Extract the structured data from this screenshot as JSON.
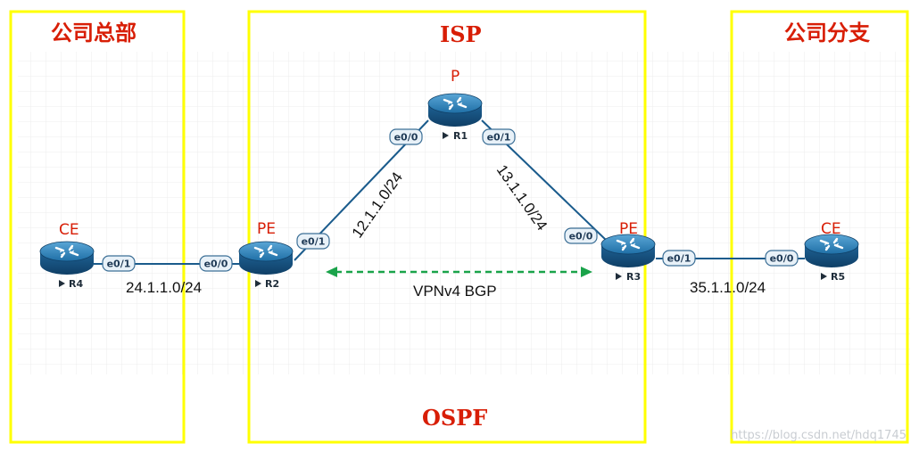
{
  "zones": {
    "hq": {
      "title": "公司总部"
    },
    "isp": {
      "title": "ISP",
      "bottom_label": "OSPF"
    },
    "branch": {
      "title": "公司分支"
    }
  },
  "routers": {
    "r1": {
      "name": "R1",
      "role": "P",
      "icon": "router-icon"
    },
    "r2": {
      "name": "R2",
      "role": "PE",
      "icon": "router-icon"
    },
    "r3": {
      "name": "R3",
      "role": "PE",
      "icon": "router-icon"
    },
    "r4": {
      "name": "R4",
      "role": "CE",
      "icon": "router-icon"
    },
    "r5": {
      "name": "R5",
      "role": "CE",
      "icon": "router-icon"
    }
  },
  "interfaces": {
    "r4_e01": "e0/1",
    "r2_e00": "e0/0",
    "r2_e01": "e0/1",
    "r1_e00": "e0/0",
    "r1_e01": "e0/1",
    "r3_e00": "e0/0",
    "r3_e01": "e0/1",
    "r5_e00": "e0/0"
  },
  "networks": {
    "r4_r2": "24.1.1.0/24",
    "r2_r1": "12.1.1.0/24",
    "r1_r3": "13.1.1.0/24",
    "r3_r5": "35.1.1.0/24"
  },
  "session": {
    "label": "VPNv4 BGP"
  },
  "watermark": "https://blog.csdn.net/hdq1745",
  "colors": {
    "zone_border": "#ffff00",
    "title_red": "#d81e06",
    "link": "#1a5b8c",
    "bgp_dash": "#1aa34a",
    "grid": "#ececec"
  }
}
